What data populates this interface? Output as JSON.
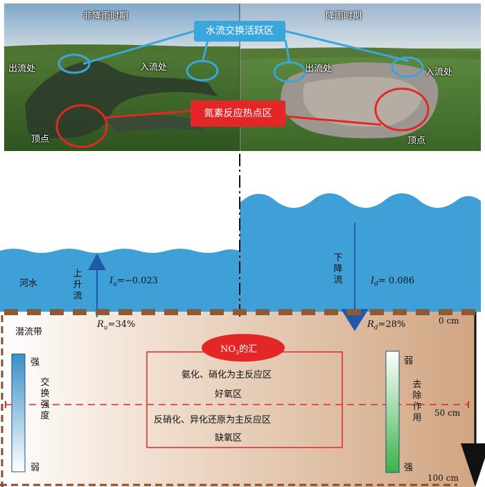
{
  "colors": {
    "water": "#3ea0d6",
    "soil": "#d3ab8a",
    "hot": "#e32626",
    "callout_blue": "#3aa6dc",
    "arrow_dark": "#1f5aa8",
    "strength_bar": "#3b8fc9",
    "removal_bar": "#3bb24a"
  },
  "photo": {
    "left_title": "非降雨时期",
    "right_title": "降雨时期",
    "exchange_zone": "水流交换活跃区",
    "nitrogen_hotspot": "氮素反应热点区",
    "outflow_left": "出流处",
    "inflow_left": "入流处",
    "vertex_left": "顶点",
    "outflow_right": "出流处",
    "inflow_right": "入流处",
    "vertex_right": "顶点"
  },
  "diagram": {
    "river_water": "河水",
    "upwelling": "上升流",
    "downwelling": "下降流",
    "iu_label": "I",
    "iu_sub": "u",
    "iu_value": "=−0.023",
    "id_label": "I",
    "id_sub": "d",
    "id_value": "= 0.086",
    "ru_label": "R",
    "ru_sub": "u",
    "ru_value": "=34%",
    "rd_label": "R",
    "rd_sub": "d",
    "rd_value": "=28%",
    "hyporheic": "潜流带",
    "sink_prefix": "NO",
    "sink_sub": "3",
    "sink_suffix": "的汇",
    "zone_aerobic_reaction": "氨化、硝化为主反应区",
    "zone_aerobic": "好氧区",
    "zone_anoxic_reaction": "反硝化、异化还原为主反应区",
    "zone_anoxic": "缺氧区",
    "exchange_intensity": "交换强度",
    "strong_left": "强",
    "weak_left": "弱",
    "removal": "去除作用",
    "weak_right": "弱",
    "strong_right": "强",
    "depth_0": "0 cm",
    "depth_50": "50 cm",
    "depth_100": "100 cm"
  }
}
